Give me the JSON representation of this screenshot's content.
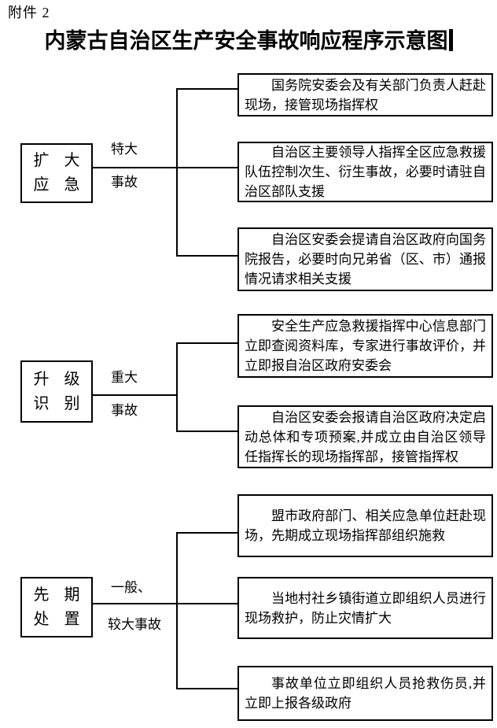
{
  "header": {
    "attachment": "附件 2",
    "title": "内蒙古自治区生产安全事故响应程序示意图"
  },
  "groups": [
    {
      "stage": {
        "line1": "扩 大",
        "line2": "应 急"
      },
      "severity": {
        "line1": "特大",
        "line2": "事故"
      },
      "actions": [
        "国务院安委会及有关部门负责人赶赴现场，接管现场指挥权",
        "自治区主要领导人指挥全区应急救援队伍控制次生、衍生事故，必要时请驻自治区部队支援",
        "自治区安委会提请自治区政府向国务院报告，必要时向兄弟省（区、市）通报情况请求相关支援"
      ]
    },
    {
      "stage": {
        "line1": "升 级",
        "line2": "识 别"
      },
      "severity": {
        "line1": "重大",
        "line2": "事故"
      },
      "actions": [
        "安全生产应急救援指挥中心信息部门立即查阅资料库，专家进行事故评价，并立即报自治区政府安委会",
        "自治区安委会报请自治区政府决定启动总体和专项预案,并成立由自治区领导任指挥长的现场指挥部，接管指挥权"
      ]
    },
    {
      "stage": {
        "line1": "先 期",
        "line2": "处 置"
      },
      "severity": {
        "line1": "一般、",
        "line2": "较大事故"
      },
      "actions": [
        "盟市政府部门、相关应急单位赶赴现场，先期成立现场指挥部组织施救",
        "当地村社乡镇街道立即组织人员进行现场救护，防止灾情扩大",
        "事故单位立即组织人员抢救伤员,并立即上报各级政府"
      ]
    }
  ],
  "colors": {
    "ink": "#000000",
    "background": "#ffffff"
  }
}
